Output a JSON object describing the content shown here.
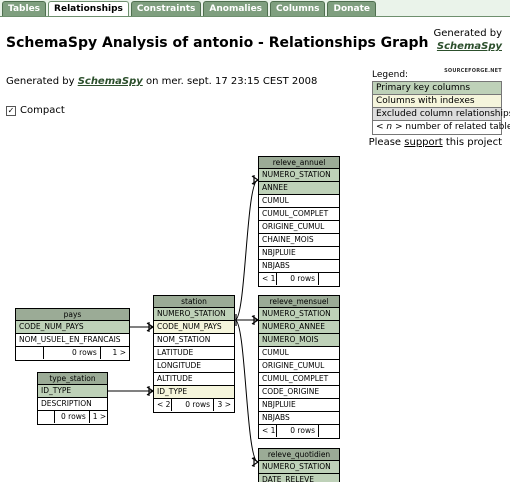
{
  "tabs": [
    "Tables",
    "Relationships",
    "Constraints",
    "Anomalies",
    "Columns",
    "Donate"
  ],
  "active_tab": 1,
  "page_title": "SchemaSpy Analysis of antonio - Relationships Graph",
  "generated_by_label": "Generated by",
  "schemaspy_link": "SchemaSpy",
  "generated_line_prefix": "Generated by",
  "generated_line_suffix": "on mer. sept. 17 23:15 CEST 2008",
  "sourceforge_logo": "SOURCEFORGE.NET",
  "compact_label": "Compact",
  "compact_checked": "✓",
  "legend": {
    "title": "Legend:",
    "primary_key": "Primary key columns",
    "indexes": "Columns with indexes",
    "excluded": "Excluded column relationships",
    "related_prefix": "< ",
    "related_n": "n",
    "related_suffix": " > number of related tables"
  },
  "support": {
    "prefix": "Please",
    "link": "support",
    "suffix": "this project"
  },
  "tables": {
    "releve_annuel": {
      "name": "releve_annuel",
      "rows": [
        "NUMERO_STATION",
        "ANNEE",
        "CUMUL",
        "CUMUL_COMPLET",
        "ORIGINE_CUMUL",
        "CHAINE_MOIS",
        "NBJPLUIE",
        "NBJABS"
      ],
      "footer": [
        "< 1",
        "0 rows",
        ""
      ]
    },
    "releve_mensuel": {
      "name": "releve_mensuel",
      "rows": [
        "NUMERO_STATION",
        "NUMERO_ANNEE",
        "NUMERO_MOIS",
        "CUMUL",
        "ORIGINE_CUMUL",
        "CUMUL_COMPLET",
        "CODE_ORIGINE",
        "NBJPLUIE",
        "NBJABS"
      ],
      "footer": [
        "< 1",
        "0 rows",
        ""
      ]
    },
    "releve_quotidien": {
      "name": "releve_quotidien",
      "rows": [
        "NUMERO_STATION",
        "DATE_RELEVE"
      ]
    },
    "pays": {
      "name": "pays",
      "rows": [
        "CODE_NUM_PAYS",
        "NOM_USUEL_EN_FRANCAIS"
      ],
      "footer": [
        "",
        "0 rows",
        "1 >"
      ]
    },
    "station": {
      "name": "station",
      "rows": [
        "NUMERO_STATION",
        "CODE_NUM_PAYS",
        "NOM_STATION",
        "LATITUDE",
        "LONGITUDE",
        "ALTITUDE",
        "ID_TYPE"
      ],
      "footer": [
        "< 2",
        "0 rows",
        "3 >"
      ]
    },
    "type_station": {
      "name": "type_station",
      "rows": [
        "ID_TYPE",
        "DESCRIPTION"
      ],
      "footer": [
        "",
        "0 rows",
        "1 >"
      ]
    }
  }
}
